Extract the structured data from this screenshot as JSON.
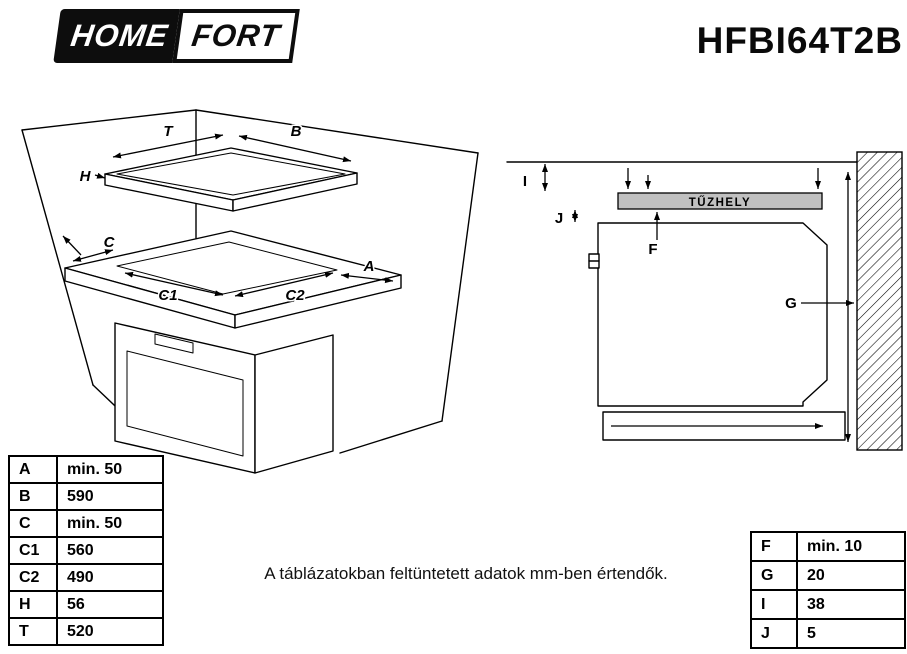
{
  "header": {
    "brand_home": "HOME",
    "brand_fort": "FORT",
    "model": "HFBI64T2B"
  },
  "iso_diagram": {
    "labels": {
      "t": "T",
      "b": "B",
      "h": "H",
      "c": "C",
      "c1": "C1",
      "c2": "C2",
      "a": "A"
    }
  },
  "section_diagram": {
    "hob_label": "TŰZHELY",
    "labels": {
      "i": "I",
      "j": "J",
      "f": "F",
      "g": "G"
    }
  },
  "hob_table": {
    "rows": [
      {
        "key": "A",
        "value": "min. 50"
      },
      {
        "key": "B",
        "value": "590"
      },
      {
        "key": "C",
        "value": "min. 50"
      },
      {
        "key": "C1",
        "value": "560"
      },
      {
        "key": "C2",
        "value": "490"
      },
      {
        "key": "H",
        "value": "56"
      },
      {
        "key": "T",
        "value": "520"
      }
    ]
  },
  "clearance_table": {
    "rows": [
      {
        "key": "F",
        "value": "min. 10"
      },
      {
        "key": "G",
        "value": "20"
      },
      {
        "key": "I",
        "value": "38"
      },
      {
        "key": "J",
        "value": "5"
      }
    ]
  },
  "note": "A táblázatokban feltüntetett adatok mm-ben értendők.",
  "colors": {
    "ink": "#000000",
    "hob_bar": "#c0c0c0",
    "logo_bg": "#0d0d0d"
  }
}
